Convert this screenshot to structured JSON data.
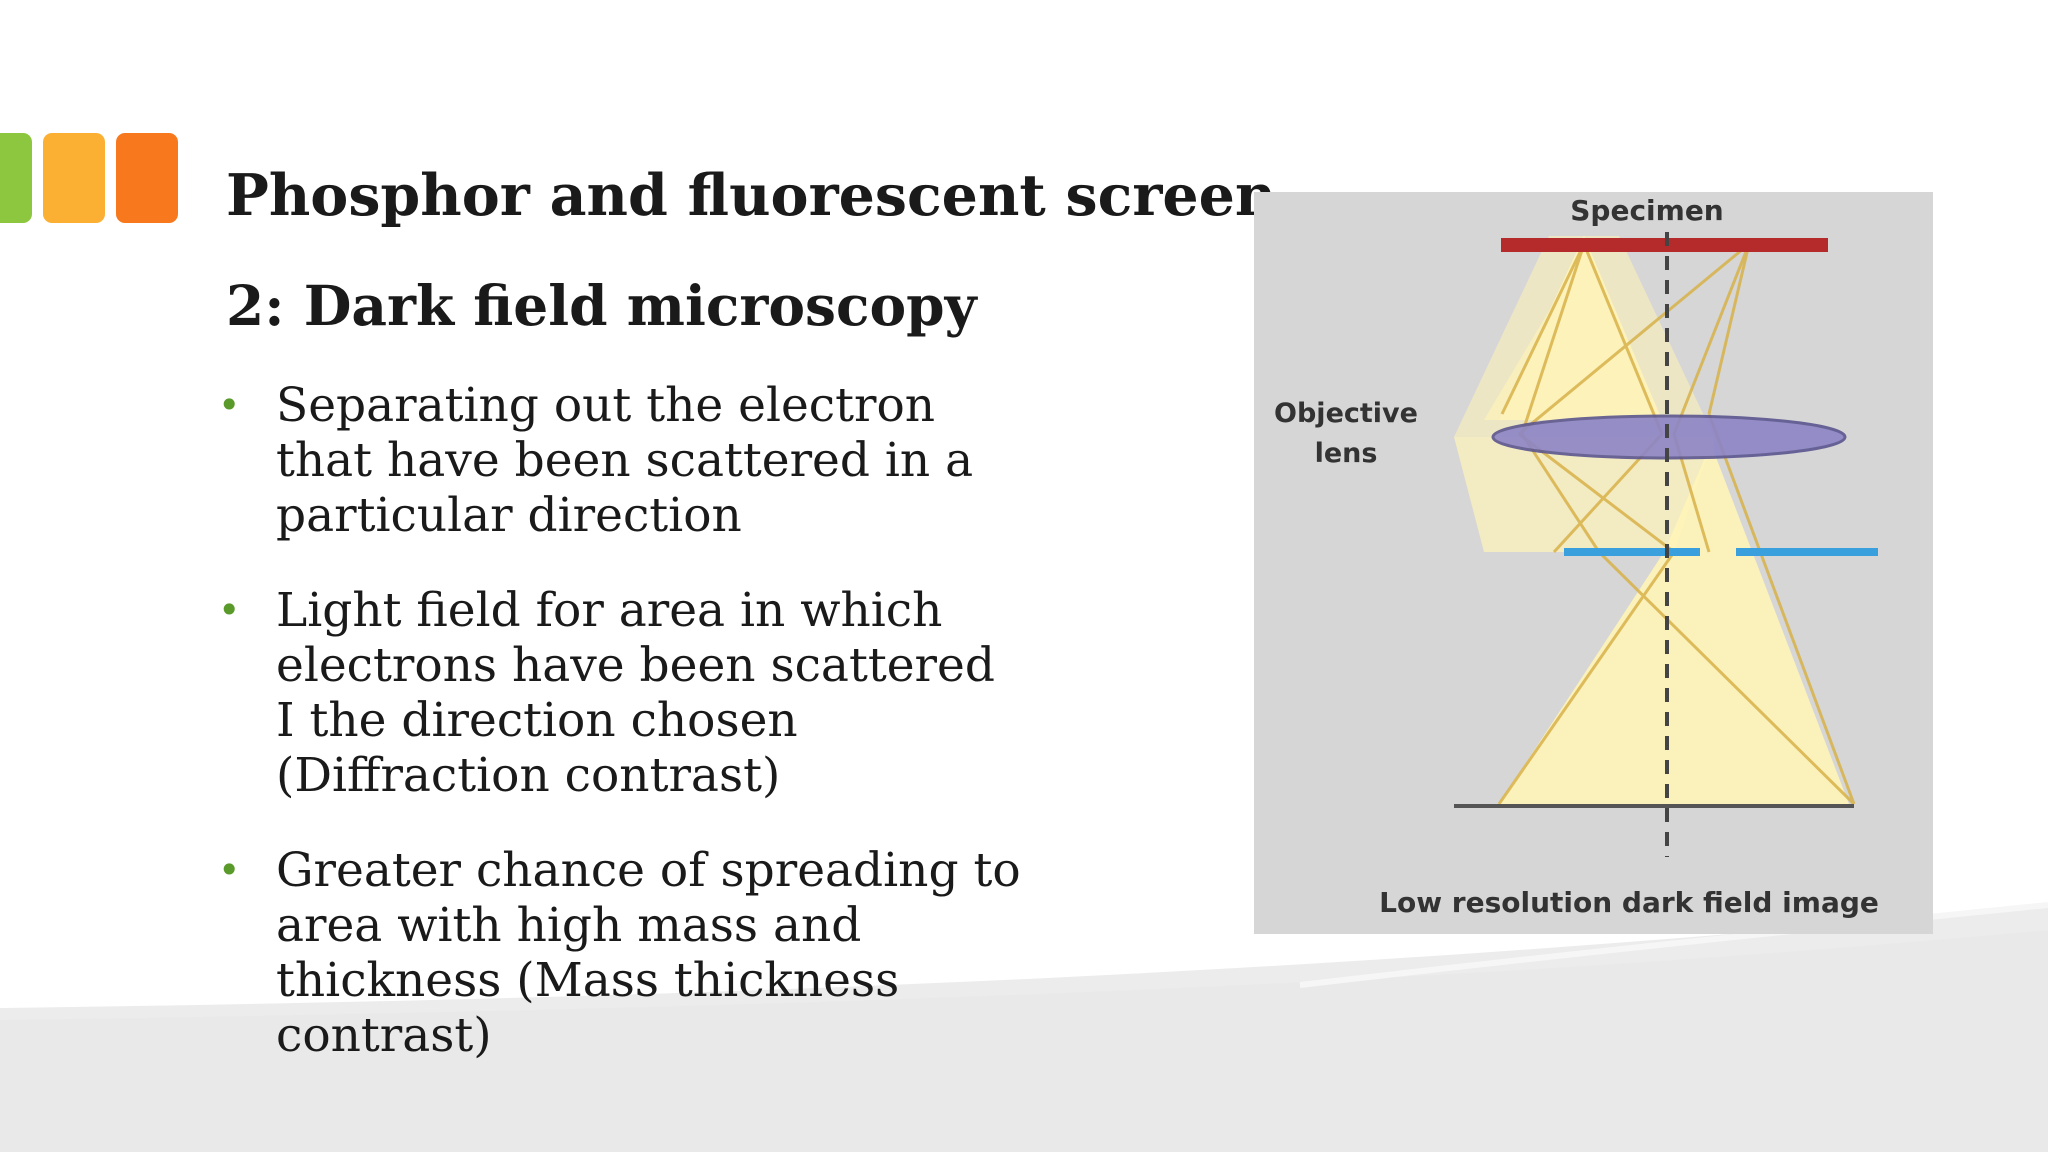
{
  "slide": {
    "title": "Phosphor and fluorescent screen",
    "subtitle": "2: Dark field microscopy",
    "bullets": [
      {
        "text": "Separating out the electron that have been scattered in a particular direction"
      },
      {
        "text": "Light field for area in which electrons have been scattered I the direction chosen (Diffraction contrast)"
      },
      {
        "text": "Greater chance of spreading to area with high mass and thickness (Mass thickness contrast)"
      }
    ],
    "bullet_glyph": "•"
  },
  "diagram": {
    "specimen_label": "Specimen",
    "objective_label_line1": "Objective",
    "objective_label_line2": "lens",
    "image_label": "Low resolution dark field image"
  },
  "colors": {
    "accent_green": "#8dc63f",
    "accent_yellow": "#fbb034",
    "accent_orange": "#f7781d",
    "bullet": "#5a9a2a",
    "specimen": "#b52a2a",
    "lens": "#8c84c6",
    "aperture": "#3aa0dd",
    "beam": "#fff4b8",
    "diagram_bg": "#d6d6d6"
  }
}
